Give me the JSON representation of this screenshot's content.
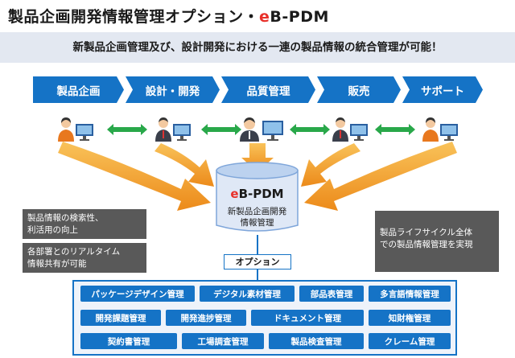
{
  "title": {
    "prefix": "製品企画開発情報管理オプション・",
    "e": "e",
    "suffix": "B-PDM"
  },
  "banner": "新製品企画管理及び、設計開発における一連の製品情報の統合管理が可能！",
  "flow_steps": [
    "製品企画",
    "設計・開発",
    "品質管理",
    "販売",
    "サポート"
  ],
  "center": {
    "title_e": "e",
    "title_rest": "B-PDM",
    "sub1": "新製品企画開発",
    "sub2": "情報管理"
  },
  "left_notes": [
    {
      "lines": [
        "製品情報の検索性、",
        "利活用の向上"
      ]
    },
    {
      "lines": [
        "各部署とのリアルタイム",
        "情報共有が可能"
      ]
    }
  ],
  "right_note": {
    "lines": [
      "製品ライフサイクル全体",
      "での製品情報管理を実現"
    ]
  },
  "option_label": "オプション",
  "options": [
    [
      "パッケージデザイン管理",
      "デジタル素材管理",
      "部品表管理",
      "多言語情報管理"
    ],
    [
      "開発課題管理",
      "開発進捗管理",
      "ドキュメント管理",
      "知財権管理"
    ],
    [
      "契約書管理",
      "工場調査管理",
      "製品検査管理",
      "クレーム管理"
    ]
  ],
  "colors": {
    "flow_blue": "#1573c6",
    "arrow_green": "#29a84a",
    "arrow_orange": "#f0a020",
    "note_gray": "#595959",
    "brand_red": "#e8302a"
  }
}
